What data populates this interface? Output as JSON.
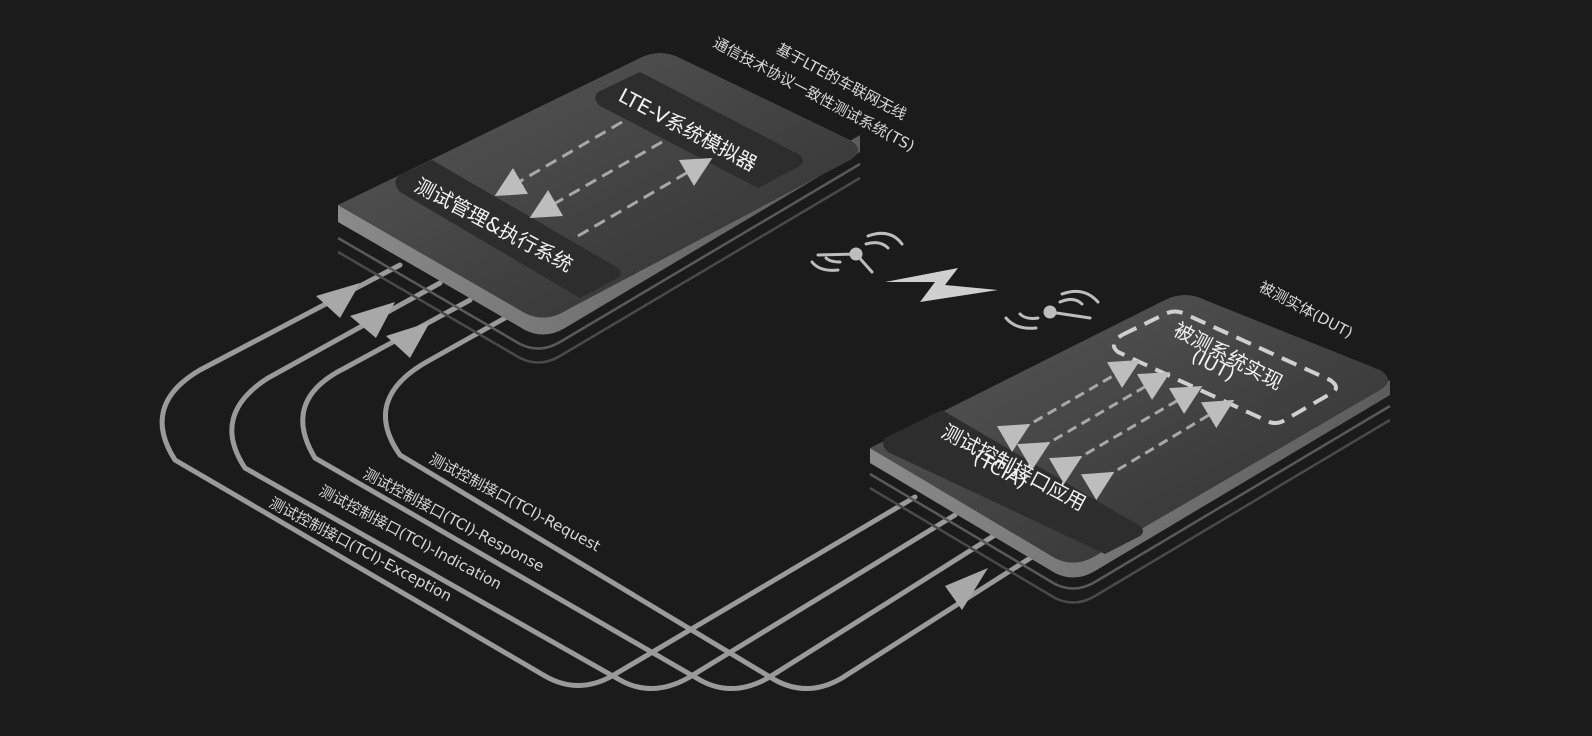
{
  "ts": {
    "caption_line1": "基于LTE的车联网无线",
    "caption_line2": "通信技术协议一致性测试系统(TS)",
    "simulator_label": "LTE-V系统模拟器",
    "mgmt_label": "测试管理&执行系统"
  },
  "dut": {
    "caption": "被测实体(DUT)",
    "iut_line1": "被测系统实现",
    "iut_line2": "(IUT)",
    "tcia_line1": "测试控制接口应用",
    "tcia_line2": "(TCIA)"
  },
  "tci_lines": {
    "request": "测试控制接口(TCI)-Request",
    "response": "测试控制接口(TCI)-Response",
    "indication": "测试控制接口(TCI)-Indication",
    "exception": "测试控制接口(TCI)-Exception"
  },
  "icons": [
    "antenna-icon",
    "lightning-icon",
    "antenna-icon"
  ],
  "colors": {
    "background": "#1b1b1b",
    "board": "#4a4a4a",
    "line": "#9a9a9a",
    "text": "#d8d8d8"
  }
}
